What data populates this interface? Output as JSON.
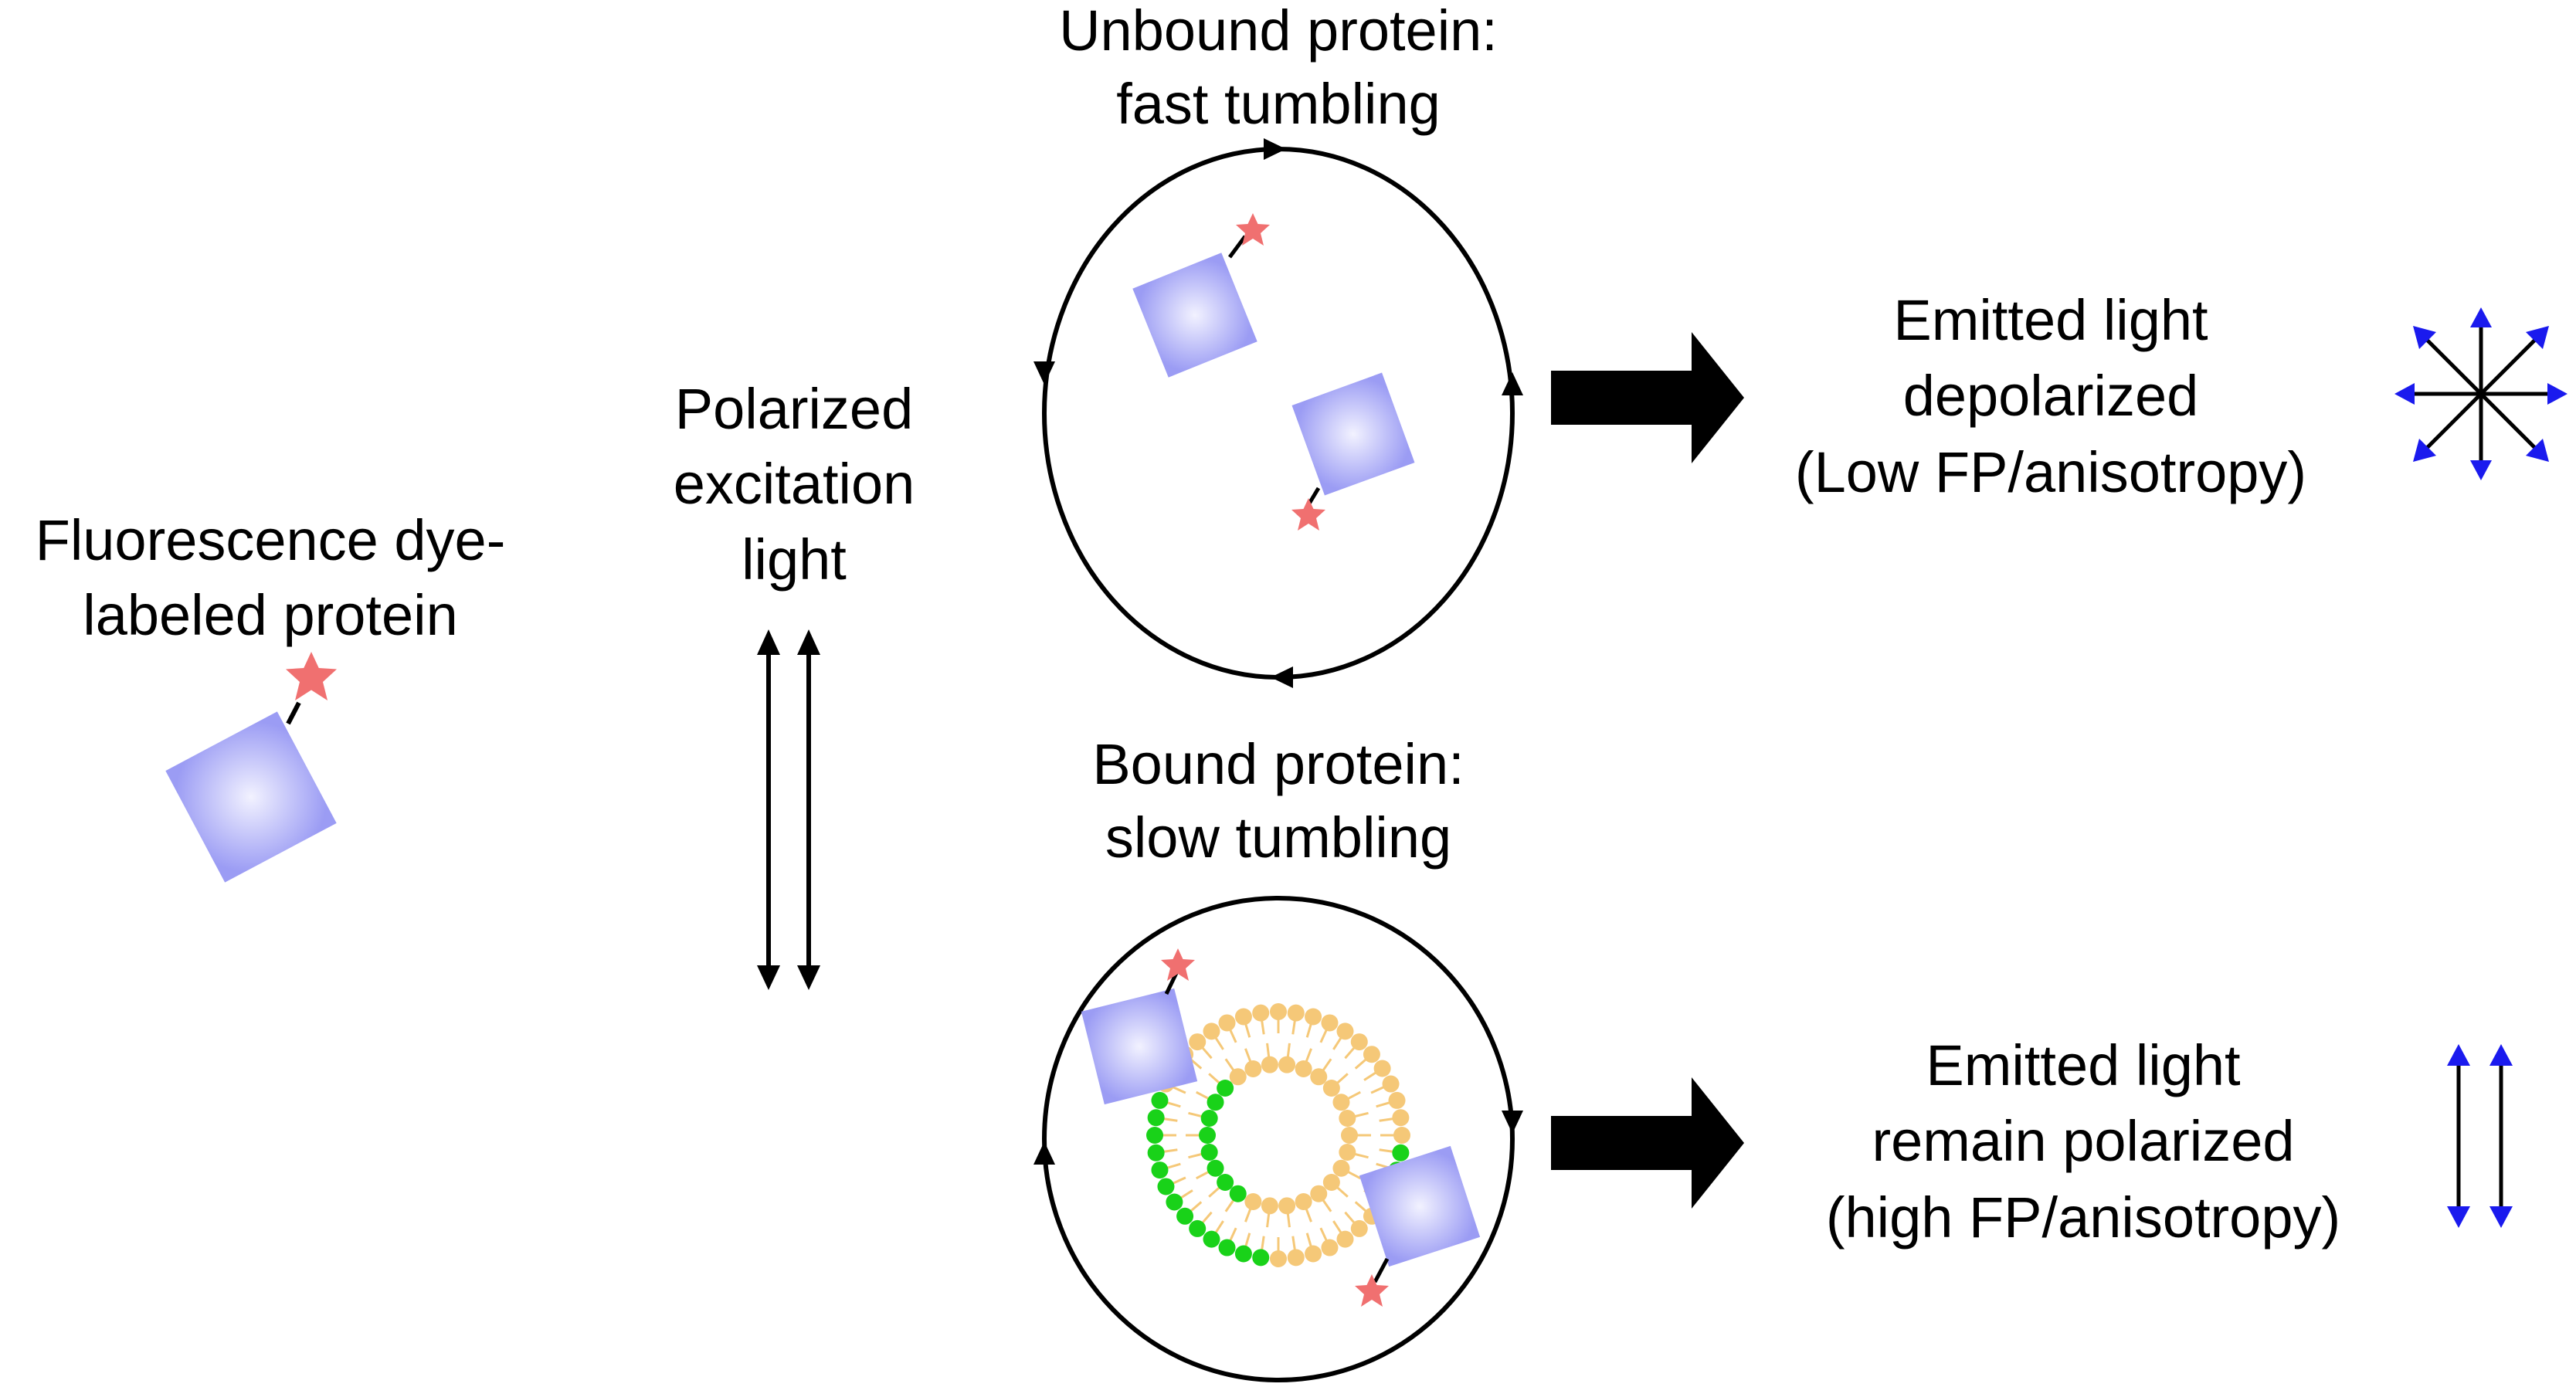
{
  "labels": {
    "dye_labeled": [
      "Fluorescence dye-",
      "labeled protein"
    ],
    "excitation": [
      "Polarized",
      "excitation",
      "light"
    ],
    "unbound": [
      "Unbound protein:",
      "fast tumbling"
    ],
    "bound": [
      "Bound protein:",
      "slow tumbling"
    ],
    "emitted_depolarized": [
      "Emitted light",
      "depolarized",
      "(Low FP/anisotropy)"
    ],
    "emitted_polarized": [
      "Emitted light",
      "remain polarized",
      "(high FP/anisotropy)"
    ]
  },
  "colors": {
    "protein": "#9b9cf4",
    "protein_center": "#f2f2ff",
    "dye_star": "#f07070",
    "lipid_head": "#f5c878",
    "lipid_tail": "#f5c878",
    "lipid_marker": "#19d219",
    "emission_arrow": "#1a1aee",
    "stroke": "#000000"
  },
  "icons": {
    "protein": "square-protein-icon",
    "dye": "red-star-icon",
    "depolarized_emission": "radial-arrows-icon",
    "polarized_emission": "parallel-vertical-arrows-icon"
  }
}
